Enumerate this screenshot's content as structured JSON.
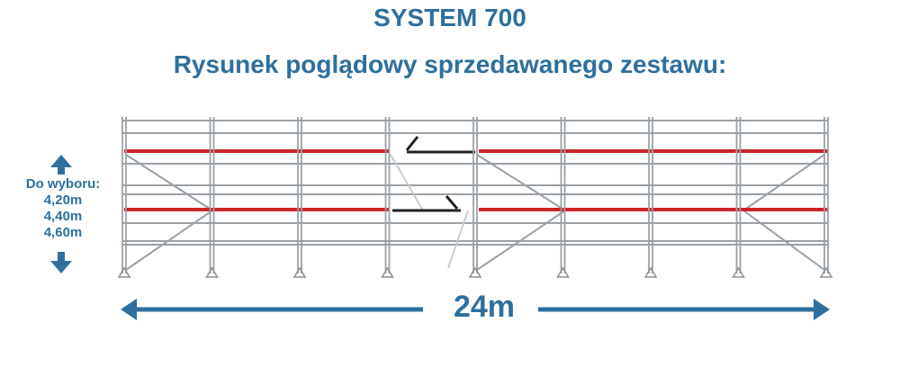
{
  "header": {
    "title": "SYSTEM 700",
    "subtitle": "Rysunek poglądowy sprzedawanego zestawu:"
  },
  "height_options": {
    "label": "Do wyboru:",
    "values": [
      "4,20m",
      "4,40m",
      "4,60m"
    ]
  },
  "length_label": "24m",
  "colors": {
    "text_blue": "#2e6f9e",
    "plank_red": "#c8262a",
    "frame_gray": "#9aa0a6"
  },
  "scaffold": {
    "bays": 8
  }
}
